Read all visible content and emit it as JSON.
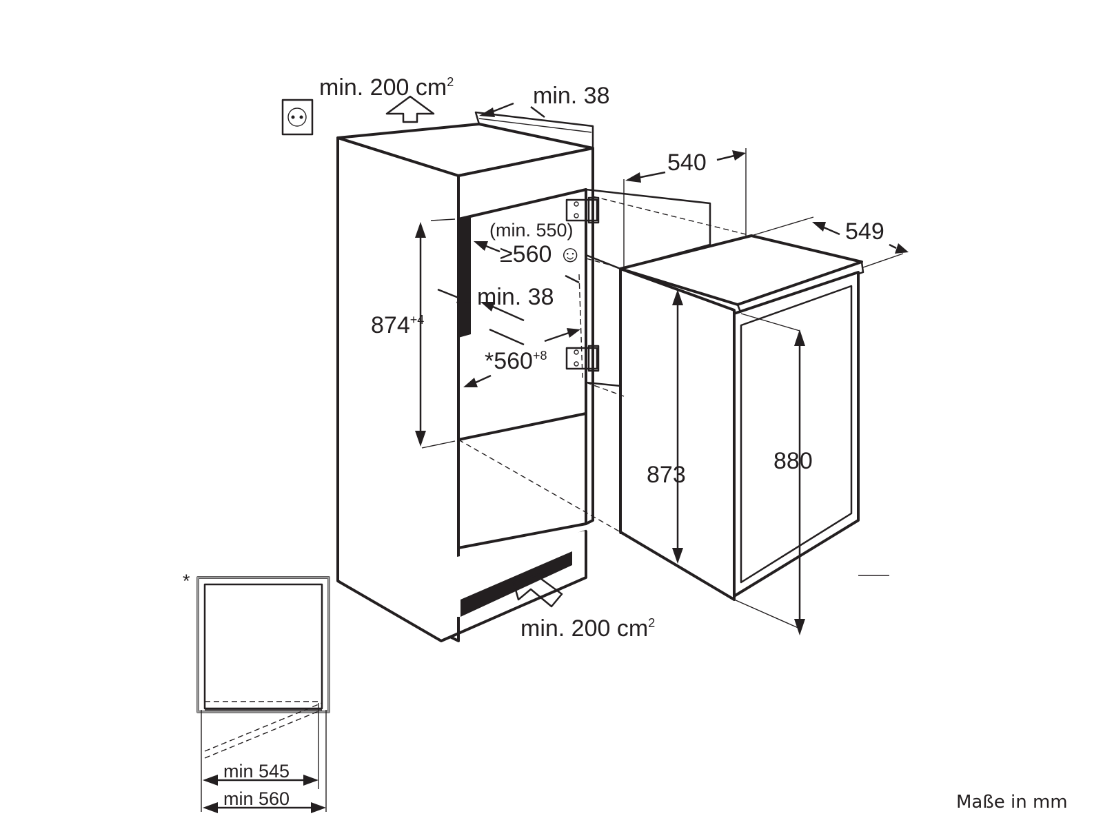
{
  "diagram": {
    "units_note": "Maße in mm",
    "vent_top": {
      "value": "min. 200 cm",
      "sup": "2"
    },
    "vent_bottom": {
      "value": "min. 200 cm",
      "sup": "2"
    },
    "gap_top": "min. 38",
    "gap_inner": "min. 38",
    "niche_depth_min": "(min. 550)",
    "niche_depth": "≥560 ☺",
    "niche_height": {
      "value": "874",
      "sup": "+4"
    },
    "niche_width": {
      "value": "*560",
      "sup": "+8"
    },
    "appliance_depth_540": "540",
    "appliance_depth_549": "549",
    "appliance_height_873": "873",
    "appliance_height_880": "880",
    "inset_marker": "*",
    "inset_min_545": "min 545",
    "inset_min_560": "min 560"
  }
}
